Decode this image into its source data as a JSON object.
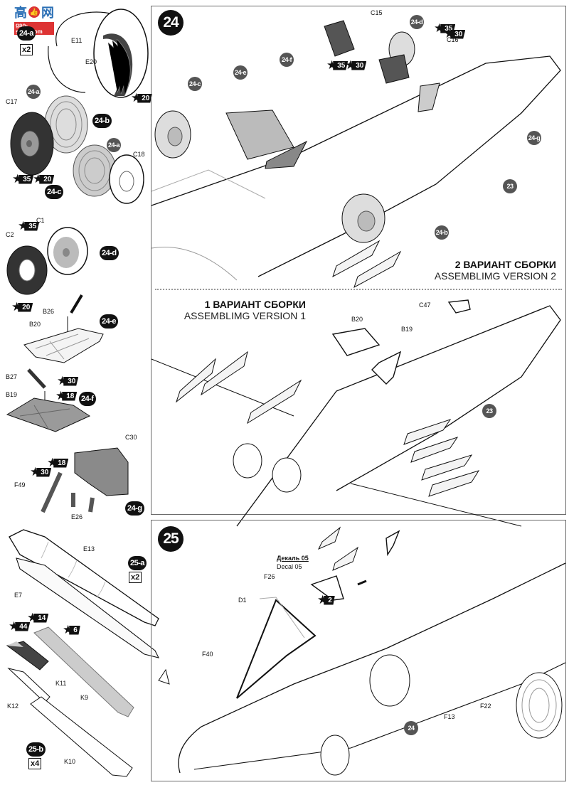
{
  "watermark": {
    "chars": [
      "高",
      "网"
    ],
    "thumb_icon": "👍",
    "url": "gao-shou.com"
  },
  "sidebar": {
    "step24a": {
      "badge": "24-a",
      "qty": "x2",
      "parts": [
        "E11",
        "E20"
      ],
      "paint": [
        "20"
      ]
    },
    "step24b": {
      "badge": "24-b",
      "ref": "24-a",
      "parts": [
        "C17"
      ]
    },
    "step24c": {
      "badge": "24-c",
      "ref": "24-a",
      "parts": [
        "C18"
      ],
      "paint": [
        "35",
        "20"
      ]
    },
    "step24d": {
      "badge": "24-d",
      "parts": [
        "C1",
        "C2"
      ],
      "paint": [
        "35",
        "20"
      ]
    },
    "step24e": {
      "badge": "24-e",
      "parts": [
        "B26",
        "B20"
      ]
    },
    "step24f": {
      "badge": "24-f",
      "parts": [
        "B27",
        "B19"
      ],
      "paint": [
        "30",
        "18"
      ]
    },
    "step24g": {
      "badge": "24-g",
      "parts": [
        "C30",
        "F49",
        "E26"
      ],
      "paint": [
        "18",
        "30"
      ]
    },
    "step25a": {
      "badge": "25-a",
      "qty": "x2",
      "parts": [
        "E13",
        "E7"
      ]
    },
    "step25b": {
      "badge": "25-b",
      "qty": "x4",
      "parts": [
        "K11",
        "K12",
        "K9",
        "K10"
      ],
      "paint": [
        "44",
        "14",
        "6"
      ]
    }
  },
  "step24": {
    "number": "24",
    "version2": {
      "ru": "2 ВАРИАНТ СБОРКИ",
      "en": "ASSEMBLIMG VERSION 2"
    },
    "version1": {
      "ru": "1 ВАРИАНТ СБОРКИ",
      "en": "ASSEMBLIMG VERSION 1"
    },
    "refs": [
      "24-c",
      "24-e",
      "24-f",
      "24-d",
      "24-g",
      "23",
      "24-b",
      "23"
    ],
    "parts": [
      "C15",
      "C16",
      "C47",
      "B20",
      "B19"
    ],
    "paint": [
      "35",
      "30",
      "35",
      "30"
    ]
  },
  "step25": {
    "number": "25",
    "decal_ru": "Декаль 05",
    "decal_en": "Decal 05",
    "parts": [
      "F26",
      "D1",
      "F40",
      "F13",
      "F22"
    ],
    "paint": [
      "2"
    ],
    "ref": "24"
  }
}
